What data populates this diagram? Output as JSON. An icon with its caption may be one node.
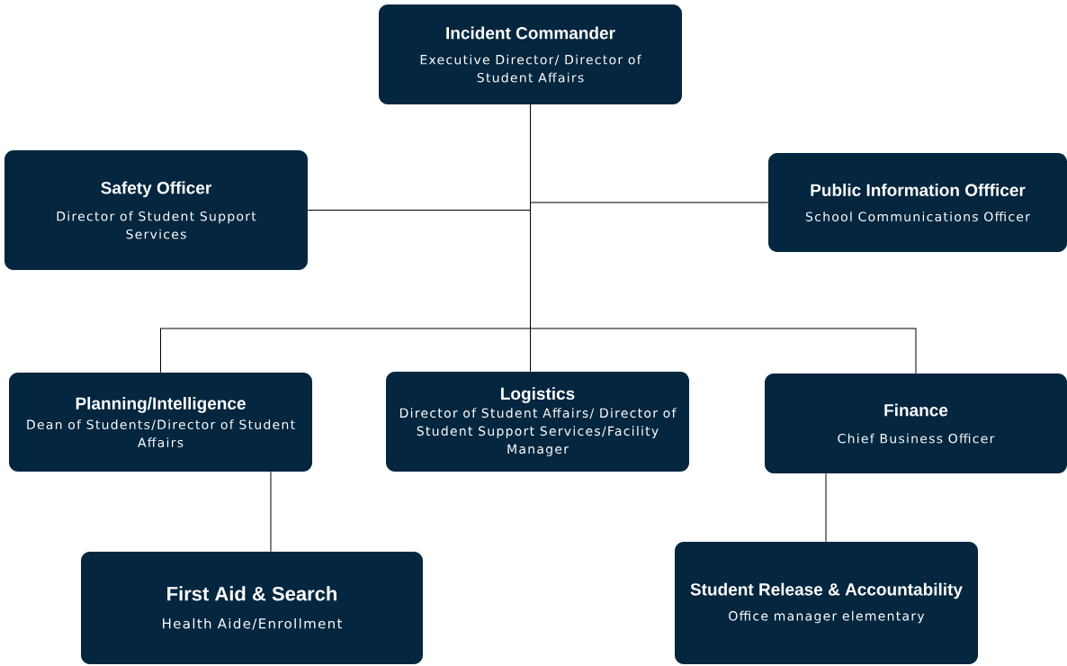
{
  "diagram": {
    "nodes": [
      {
        "text": [
          "Incident Commander",
          "Executive Director/ Director of Student Affairs"
        ]
      },
      {
        "text": [
          "Safety Officer",
          "Director of Student Support Services"
        ]
      },
      {
        "text": [
          "Public Information Offficer",
          "School Communications Officer"
        ]
      },
      {
        "text": [
          "Planning/Intelligence",
          "Dean of Students/Director of Student Affairs"
        ]
      },
      {
        "text": [
          "Logistics",
          "Director of Student Affairs/ Director of Student Support Services/Facility Manager"
        ]
      },
      {
        "text": [
          "Finance",
          "Chief Business Officer"
        ]
      },
      {
        "text": [
          "First Aid & Search",
          "Health Aide/Enrollment"
        ]
      },
      {
        "text": [
          "Student Release & Accountability",
          "Office manager elementary"
        ]
      }
    ],
    "edges": [
      {
        "from": 0,
        "to": 1,
        "arrow": "none"
      },
      {
        "from": 0,
        "to": 2,
        "arrow": "none"
      },
      {
        "from": 0,
        "to": 3,
        "arrow": "none"
      },
      {
        "from": 0,
        "to": 4,
        "arrow": "none"
      },
      {
        "from": 0,
        "to": 5,
        "arrow": "none"
      },
      {
        "from": 3,
        "to": 6,
        "arrow": "none"
      },
      {
        "from": 5,
        "to": 7,
        "arrow": "none"
      }
    ]
  }
}
